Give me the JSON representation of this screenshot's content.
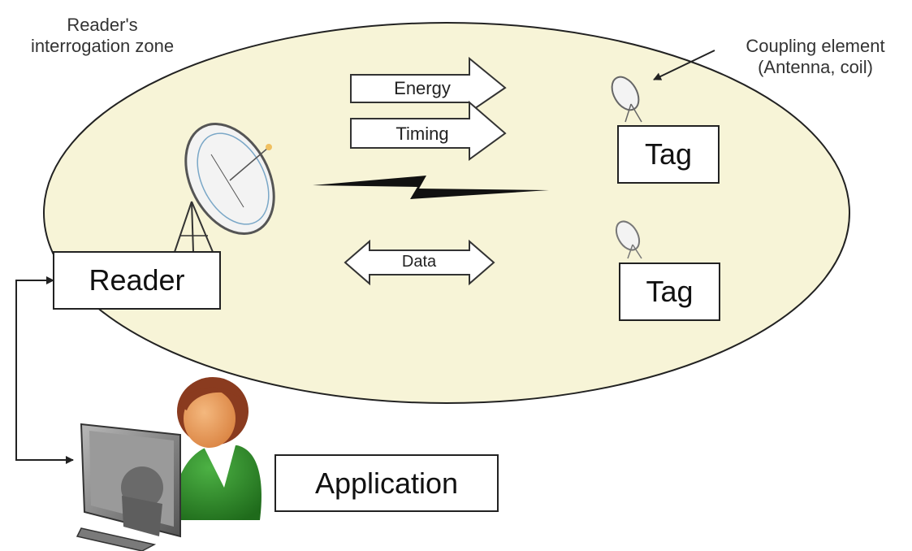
{
  "labels": {
    "zone": [
      "Reader's",
      "interrogation zone"
    ],
    "coupling": [
      "Coupling element",
      "(Antenna, coil)"
    ],
    "energy": "Energy",
    "timing": "Timing",
    "data": "Data"
  },
  "boxes": {
    "reader": "Reader",
    "tag_top": "Tag",
    "tag_bottom": "Tag",
    "application": "Application"
  },
  "colors": {
    "zone_fill": "#f7f4d7",
    "outline": "#222222",
    "person_hair": "#8a3b1f",
    "person_face": "#e69a5c",
    "person_body": "#2f8a2a",
    "monitor": "#7d7d7d"
  }
}
